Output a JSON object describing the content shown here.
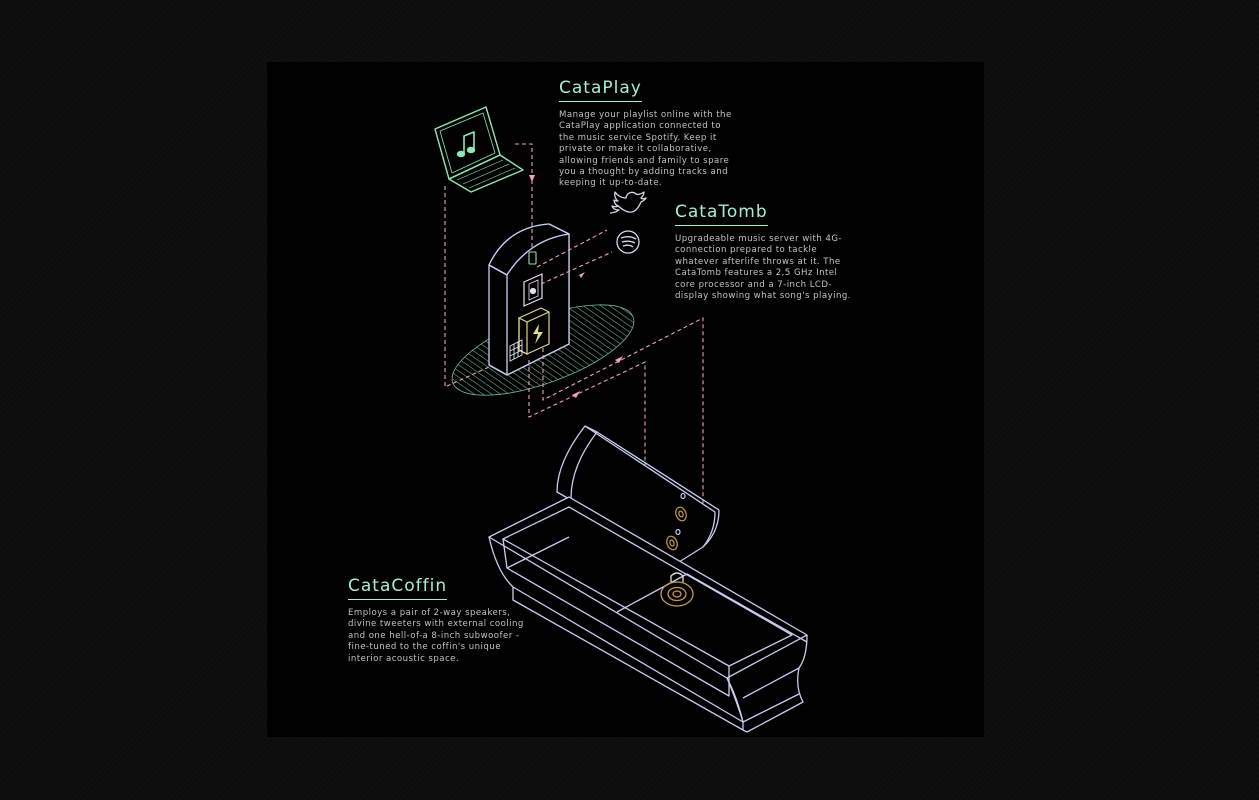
{
  "colors": {
    "background": "#0d0d0d",
    "panel": "#000000",
    "heading": "#a8f0cc",
    "body_text": "#c4c4c4",
    "outline": "#c8cdf2",
    "laptop": "#8ee8b4",
    "dashed_link": "#f0a4b4",
    "accent_gold": "#c89a4a"
  },
  "sections": [
    {
      "title": "CataPlay",
      "text": "Manage your playlist online with the\nCataPlay application connected to\nthe music service Spotify. Keep it\nprivate or make it collaborative,\nallowing friends and family to spare\nyou a thought by adding tracks and\nkeeping it up-to-date."
    },
    {
      "title": "CataTomb",
      "text": "Upgradeable music server with 4G-\nconnection prepared to tackle\nwhatever afterlife throws at it. The\nCataTomb features a 2,5 GHz Intel\ncore processor and a 7-inch LCD-\ndisplay showing what song's playing."
    },
    {
      "title": "CataCoffin",
      "text": "Employs a pair of 2-way speakers,\ndivine tweeters with external cooling\nand one hell-of-a 8-inch subwoofer -\nfine-tuned to the coffin's unique\ninterior acoustic space."
    }
  ],
  "icons": [
    "laptop-music-icon",
    "twitter-icon",
    "spotify-icon",
    "phone-icon",
    "battery-icon",
    "lcd-display-icon",
    "speaker-icon",
    "subwoofer-icon"
  ]
}
